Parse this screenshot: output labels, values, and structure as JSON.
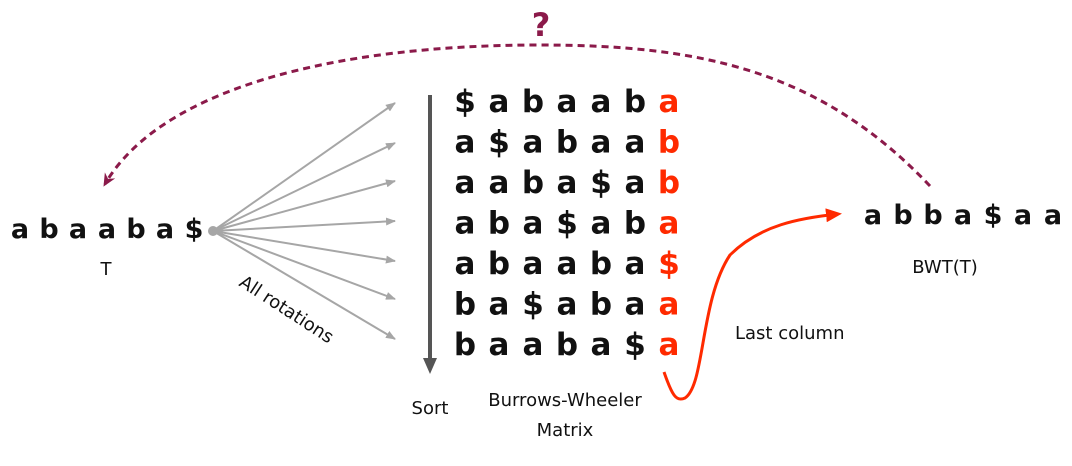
{
  "question_mark": "?",
  "text_T": [
    "a",
    "b",
    "a",
    "a",
    "b",
    "a",
    "$"
  ],
  "label_T": "T",
  "label_rotations": "All rotations",
  "label_sort": "Sort",
  "label_bwm_line1": "Burrows-Wheeler",
  "label_bwm_line2": "Matrix",
  "label_last_column": "Last column",
  "matrix_rows": [
    [
      "$",
      "a",
      "b",
      "a",
      "a",
      "b",
      "a"
    ],
    [
      "a",
      "$",
      "a",
      "b",
      "a",
      "a",
      "b"
    ],
    [
      "a",
      "a",
      "b",
      "a",
      "$",
      "a",
      "b"
    ],
    [
      "a",
      "b",
      "a",
      "$",
      "a",
      "b",
      "a"
    ],
    [
      "a",
      "b",
      "a",
      "a",
      "b",
      "a",
      "$"
    ],
    [
      "b",
      "a",
      "$",
      "a",
      "b",
      "a",
      "a"
    ],
    [
      "b",
      "a",
      "a",
      "b",
      "a",
      "$",
      "a"
    ]
  ],
  "bwt_text": [
    "a",
    "b",
    "b",
    "a",
    "$",
    "a",
    "a"
  ],
  "label_bwt": "BWT(T)",
  "colors": {
    "highlight": "#ff2a00",
    "arc": "#8b1a4a",
    "arrow_gray": "#a6a6a6",
    "sort_arrow": "#555555"
  }
}
